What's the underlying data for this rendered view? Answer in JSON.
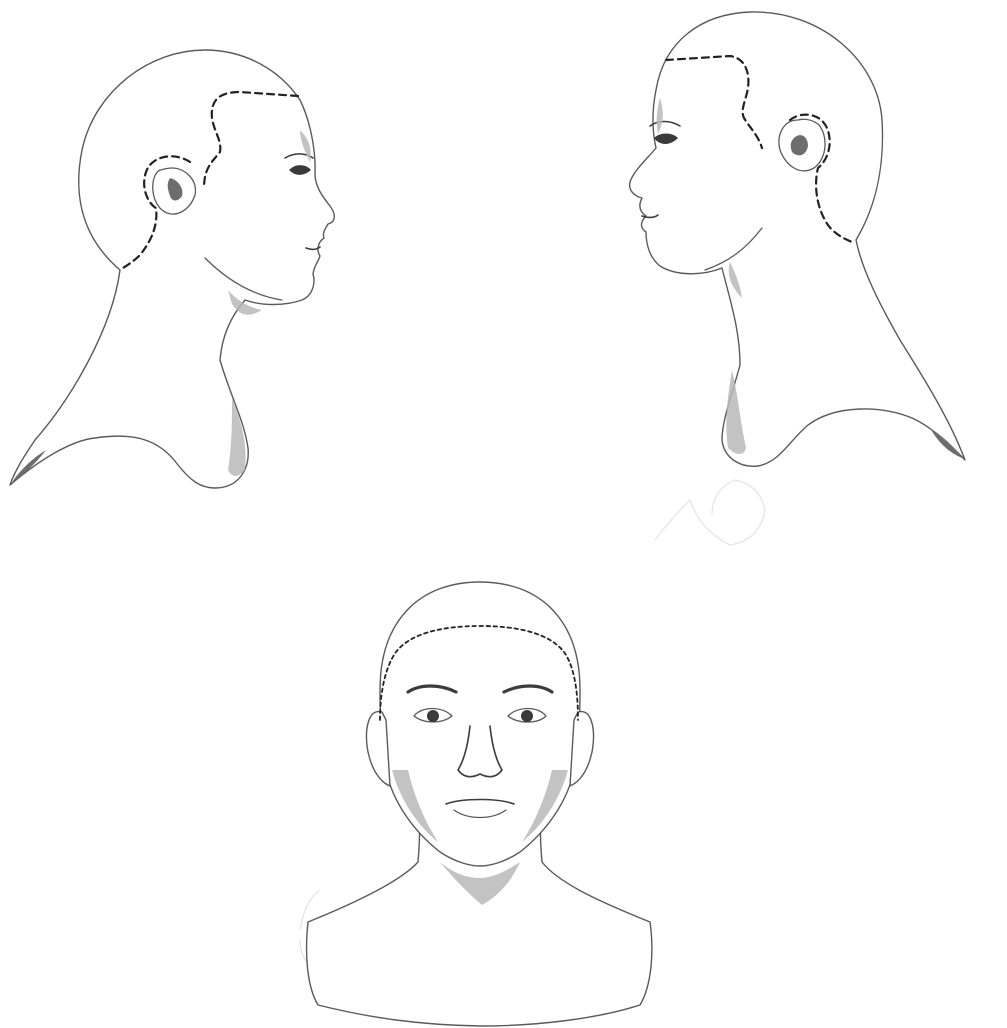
{
  "figure": {
    "views": [
      {
        "id": "left-profile",
        "facing": "right"
      },
      {
        "id": "right-profile",
        "facing": "left"
      },
      {
        "id": "front",
        "facing": "viewer"
      }
    ],
    "guide_line_style": "dashed",
    "colors": {
      "outline": "#5a5a5a",
      "guide": "#222222",
      "shade": "#b9b9b9",
      "background": "#ffffff"
    }
  }
}
